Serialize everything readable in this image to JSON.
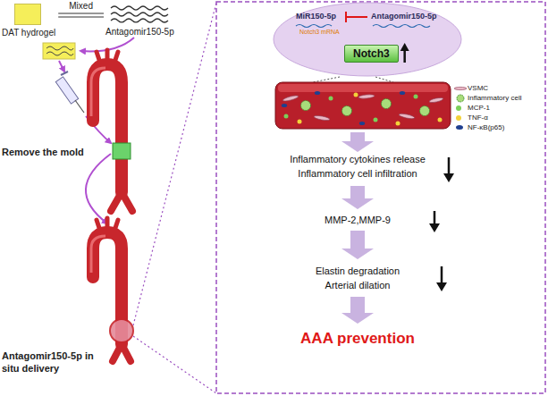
{
  "diagram": {
    "nodes": [
      {
        "text": [
          "DAT hydrogel"
        ]
      },
      {
        "text": [
          "Antagomir150-5p"
        ]
      },
      {
        "text": [
          "MiR150-5p",
          "Notch3 mRNA",
          "Antagomir150-5p"
        ]
      },
      {
        "text": [
          "Notch3"
        ],
        "in": 2
      }
    ],
    "edges": [
      {
        "from": 0,
        "to": 1,
        "label": "Mixed",
        "arrow": "none"
      }
    ],
    "labels": [
      "Remove the mold",
      "Antagomir150-5p in situ delivery",
      "Inflammatory cytokines release",
      "Inflammatory cell infiltration",
      "MMP-2,MMP-9",
      "Elastin degradation",
      "Arterial dilation",
      "AAA prevention"
    ],
    "legend": [
      {
        "text": "VSMC"
      },
      {
        "text": "Inflammatory cell"
      },
      {
        "text": "MCP-1",
        "color": "#7ccf5a"
      },
      {
        "text": "TNF-α",
        "color": "#f3d23a"
      },
      {
        "text": "NF-κB(p65)",
        "color": "#1f3f8f"
      }
    ]
  }
}
